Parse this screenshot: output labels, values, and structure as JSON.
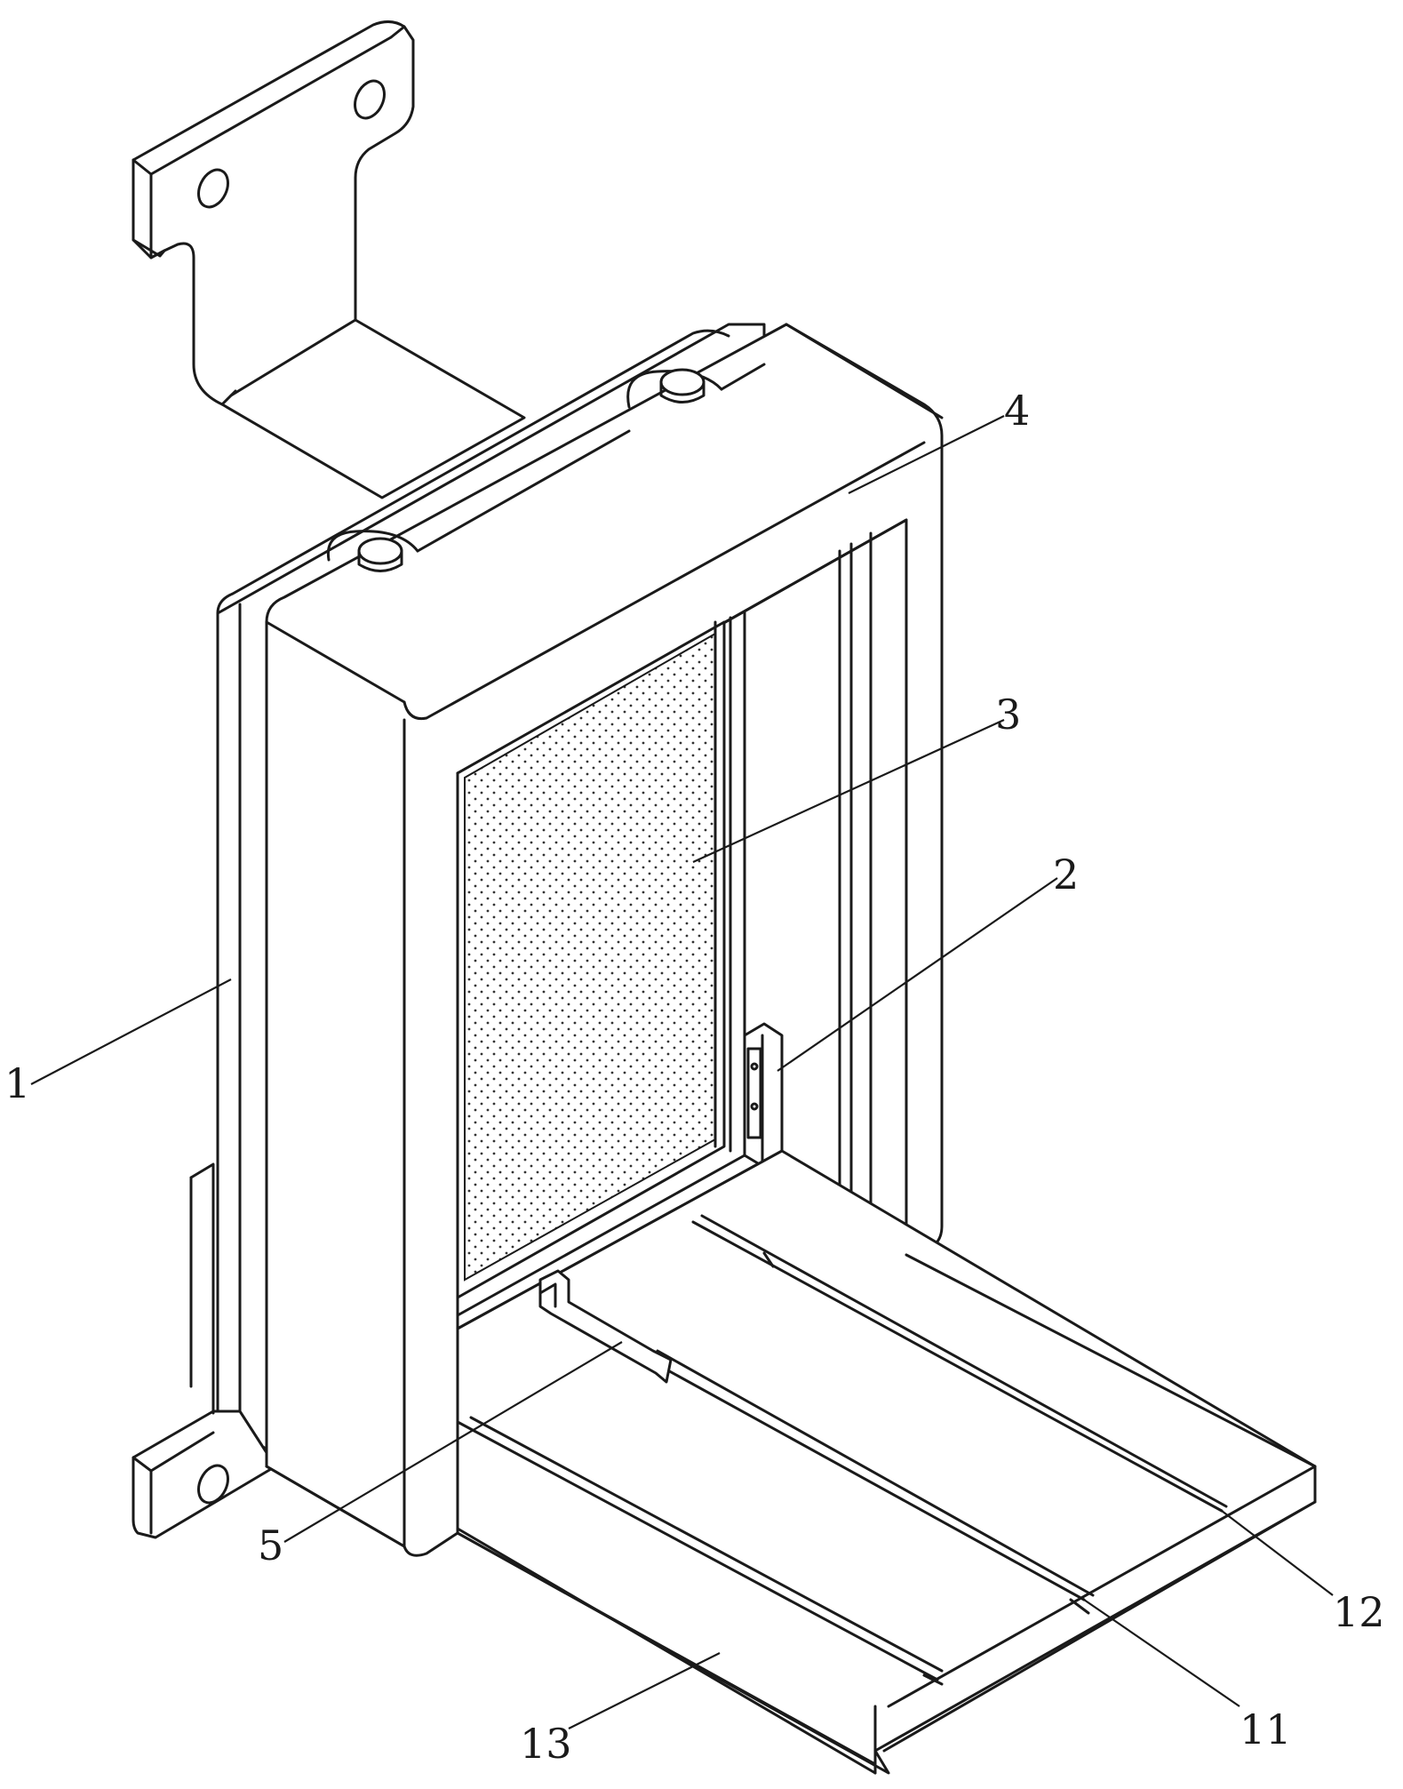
{
  "labels": {
    "l1": "1",
    "l2": "2",
    "l3": "3",
    "l4": "4",
    "l5": "5",
    "l11": "11",
    "l12": "12",
    "l13": "13"
  },
  "colors": {
    "line": "#1a1a1a",
    "background": "#ffffff",
    "dots": "#333333"
  }
}
